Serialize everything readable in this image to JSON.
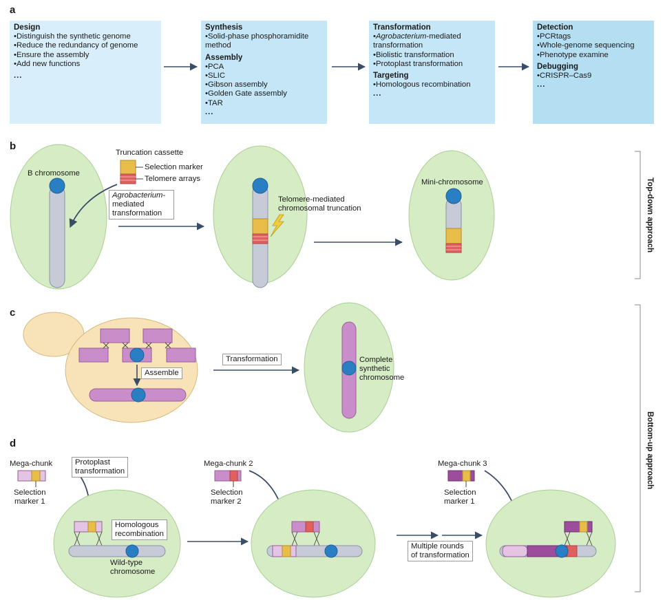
{
  "panel_a": {
    "label": "a",
    "design": {
      "title": "Design",
      "items": [
        "Distinguish the synthetic genome",
        "Reduce the redundancy of genome",
        "Ensure the assembly",
        "Add new functions"
      ],
      "more": "..."
    },
    "synthesis": {
      "title": "Synthesis",
      "items": [
        "Solid-phase phosphoramidite method"
      ]
    },
    "assembly": {
      "title": "Assembly",
      "items": [
        "PCA",
        "SLIC",
        "Gibson assembly",
        "Golden Gate assembly",
        "TAR"
      ],
      "more": "..."
    },
    "transformation": {
      "title": "Transformation",
      "items_pre": "Agrobacterium",
      "items_post": "-mediated transformation",
      "items": [
        "Biolistic transformation",
        "Protoplast transformation"
      ]
    },
    "targeting": {
      "title": "Targeting",
      "items": [
        "Homologous recombination"
      ],
      "more": "..."
    },
    "detection": {
      "title": "Detection",
      "items": [
        "PCRtags",
        "Whole-genome sequencing",
        "Phenotype examine"
      ]
    },
    "debugging": {
      "title": "Debugging",
      "items": [
        "CRISPR–Cas9"
      ],
      "more": "..."
    }
  },
  "panel_b": {
    "label": "b",
    "b_chromosome": "B chromosome",
    "truncation_cassette": "Truncation cassette",
    "selection_marker": "Selection marker",
    "telomere_arrays": "Telomere arrays",
    "agro_italic": "Agrobacterium",
    "agro_rest1": "-",
    "agro_rest2": "mediated",
    "agro_rest3": "transformation",
    "telomere_truncation_1": "Telomere-mediated",
    "telomere_truncation_2": "chromosomal truncation",
    "mini_chromosome": "Mini-chromosome"
  },
  "panel_c": {
    "label": "c",
    "assemble": "Assemble",
    "transformation": "Transformation",
    "complete_1": "Complete",
    "complete_2": "synthetic",
    "complete_3": "chromosome"
  },
  "panel_d": {
    "label": "d",
    "mega_chunk": "Mega-chunk",
    "mega_chunk_2": "Mega-chunk 2",
    "mega_chunk_3": "Mega-chunk 3",
    "sel_marker_1a": "Selection",
    "sel_marker_1b": "marker 1",
    "sel_marker_2b": "marker 2",
    "protoplast_1": "Protoplast",
    "protoplast_2": "transformation",
    "homologous_1": "Homologous",
    "homologous_2": "recombination",
    "wildtype_1": "Wild-type",
    "wildtype_2": "chromosome",
    "multiple_1": "Multiple rounds",
    "multiple_2": "of transformation"
  },
  "side_labels": {
    "top_down": "Top-down approach",
    "bottom_up": "Bottom-up approach"
  },
  "colors": {
    "cell": "#d5ecc4",
    "yeast": "#f7e3b7",
    "chromosome": "#c7cbd8",
    "centromere": "#2a7fc4",
    "marker": "#e9bd4a",
    "telomere": "#e06060",
    "synthetic": "#c98ec9",
    "box": "#d8eefa"
  }
}
